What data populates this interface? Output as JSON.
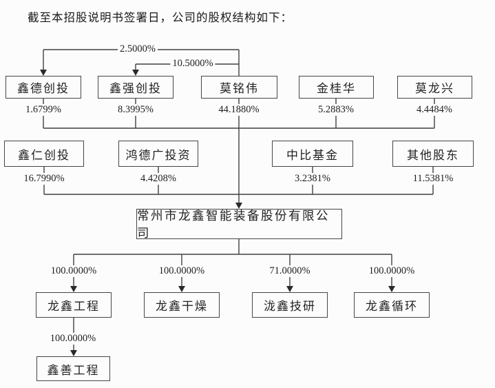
{
  "title": "截至本招股说明书签署日，公司的股权结构如下：",
  "top_ownership_links": [
    {
      "from": "莫铭伟",
      "to": "鑫德创投",
      "pct": "2.5000%"
    },
    {
      "from": "莫铭伟",
      "to": "鑫强创投",
      "pct": "10.5000%"
    }
  ],
  "shareholders_row1": [
    {
      "name": "鑫德创投",
      "pct": "1.6799%"
    },
    {
      "name": "鑫强创投",
      "pct": "8.3995%"
    },
    {
      "name": "莫铭伟",
      "pct": "44.1880%"
    },
    {
      "name": "金桂华",
      "pct": "5.2883%"
    },
    {
      "name": "莫龙兴",
      "pct": "4.4484%"
    }
  ],
  "shareholders_row2": [
    {
      "name": "鑫仁创投",
      "pct": "16.7990%"
    },
    {
      "name": "鸿德广投资",
      "pct": "4.4208%"
    },
    {
      "name": "中比基金",
      "pct": "3.2381%"
    },
    {
      "name": "其他股东",
      "pct": "11.5381%"
    }
  ],
  "company": {
    "name": "常州市龙鑫智能装备股份有限公司"
  },
  "subsidiaries": [
    {
      "name": "龙鑫工程",
      "pct": "100.0000%"
    },
    {
      "name": "龙鑫干燥",
      "pct": "100.0000%"
    },
    {
      "name": "泷鑫技研",
      "pct": "71.0000%"
    },
    {
      "name": "龙鑫循环",
      "pct": "100.0000%"
    }
  ],
  "second_tier_subsidiary": {
    "name": "鑫善工程",
    "pct": "100.0000%",
    "parent": "龙鑫工程"
  },
  "colors": {
    "background": "#fcfcfc",
    "line": "#3f3f3f",
    "text": "#222222",
    "border": "#454545"
  }
}
